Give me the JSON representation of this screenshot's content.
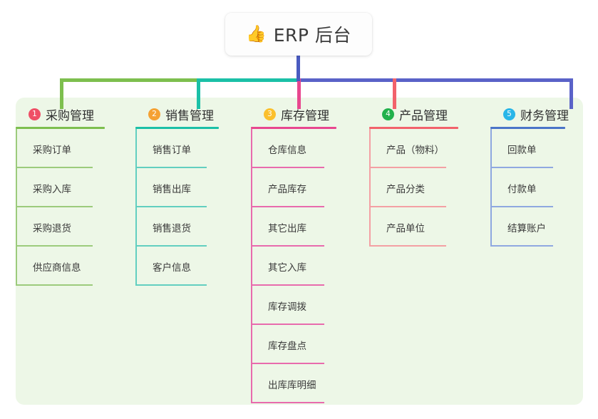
{
  "root": {
    "emoji": "👍",
    "emoji_name": "thumbs-up-icon",
    "title": "ERP 后台"
  },
  "theme": {
    "panel_background": "#edf7e7",
    "card_background": "#fdfdfd",
    "text": "#3b3b3b",
    "stem": "#4a5bc0"
  },
  "connectors": {
    "bus_segments": [
      {
        "color": "#7dbf4e"
      },
      {
        "color": "#1bc0a7"
      },
      {
        "color": "#5a62c8"
      }
    ],
    "drops": [
      "#7dbf4e",
      "#1bc0a7",
      "#e8478f",
      "#f2626b",
      "#5a62c8"
    ]
  },
  "columns": [
    {
      "index": "1",
      "title": "采购管理",
      "badge_color": "#ef4f66",
      "rule_color": "#7dbf4e",
      "line_color": "#9ccb7c",
      "width": 150,
      "items": [
        {
          "label": "采购订单"
        },
        {
          "label": "采购入库"
        },
        {
          "label": "采购退货"
        },
        {
          "label": "供应商信息"
        }
      ]
    },
    {
      "index": "2",
      "title": "销售管理",
      "badge_color": "#f5a133",
      "rule_color": "#1bc0a7",
      "line_color": "#62cfc0",
      "width": 142,
      "items": [
        {
          "label": "销售订单"
        },
        {
          "label": "销售出库"
        },
        {
          "label": "销售退货"
        },
        {
          "label": "客户信息"
        }
      ]
    },
    {
      "index": "3",
      "title": "库存管理",
      "badge_color": "#fbc02d",
      "rule_color": "#e8478f",
      "line_color": "#e86bad",
      "width": 145,
      "items": [
        {
          "label": "仓库信息"
        },
        {
          "label": "产品库存"
        },
        {
          "label": "其它出库"
        },
        {
          "label": "其它入库"
        },
        {
          "label": "库存调拨"
        },
        {
          "label": "库存盘点"
        },
        {
          "label": "出库库明细"
        }
      ]
    },
    {
      "index": "4",
      "title": "产品管理",
      "badge_color": "#22b14c",
      "rule_color": "#f2626b",
      "line_color": "#f4a0a4",
      "width": 150,
      "items": [
        {
          "label": "产品（物料）"
        },
        {
          "label": "产品分类"
        },
        {
          "label": "产品单位"
        }
      ]
    },
    {
      "index": "5",
      "title": "财务管理",
      "badge_color": "#29b6e8",
      "rule_color": "#4a74c8",
      "line_color": "#8fa8e0",
      "width": 130,
      "items": [
        {
          "label": "回款单"
        },
        {
          "label": "付款单"
        },
        {
          "label": "结算账户"
        }
      ]
    }
  ]
}
